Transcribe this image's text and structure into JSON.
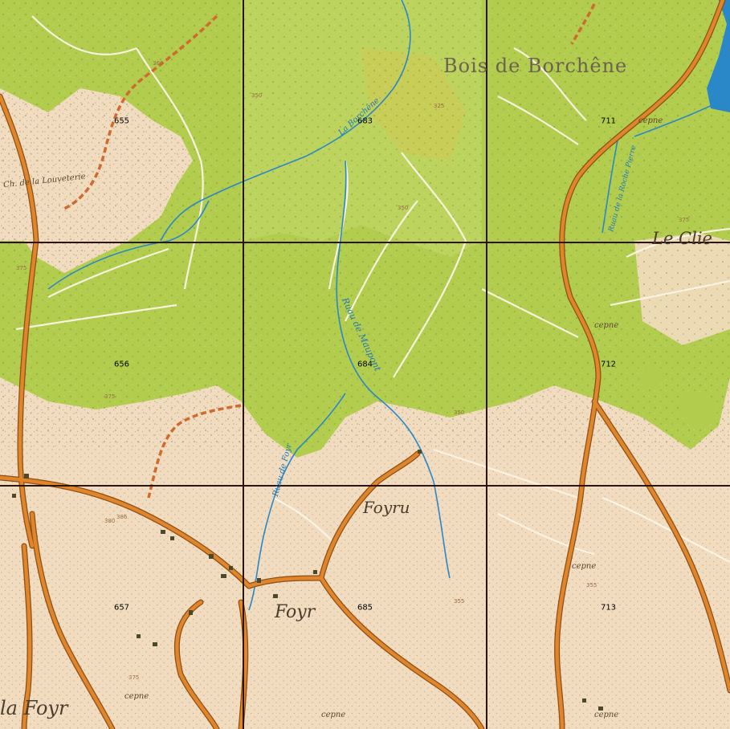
{
  "grid": {
    "cells": [
      {
        "id": "655",
        "col": 0,
        "row": 0
      },
      {
        "id": "683",
        "col": 1,
        "row": 0
      },
      {
        "id": "711",
        "col": 2,
        "row": 0
      },
      {
        "id": "656",
        "col": 0,
        "row": 1
      },
      {
        "id": "684",
        "col": 1,
        "row": 1
      },
      {
        "id": "712",
        "col": 2,
        "row": 1
      },
      {
        "id": "657",
        "col": 0,
        "row": 2
      },
      {
        "id": "685",
        "col": 1,
        "row": 2
      },
      {
        "id": "713",
        "col": 2,
        "row": 2
      }
    ]
  },
  "labels": {
    "bois_de_borchene": "Bois de Borchêne",
    "chateau_louveterie": "Ch. de la Louveterie",
    "la_borchene": "La Borchêne",
    "ruisseau_maupont": "Ruau de Maupont",
    "ruisseau_foyr": "Ruau de Foyr",
    "ruisseau_roche_pierre": "Ruau de la Roche Pierre",
    "foyru": "Foyru",
    "foyr": "Foyr",
    "la_foyr": "la Foyr",
    "le_clie": "Le Clie",
    "cepne_1": "cepne",
    "cepne_2": "cepne",
    "cepne_3": "cepne",
    "cepne_4": "cepne",
    "cepne_5": "cepne",
    "cepne_6": "cepne"
  },
  "contours": [
    "360",
    "350",
    "325",
    "375",
    "350",
    "380",
    "375",
    "386",
    "375",
    "350",
    "355",
    "375",
    "355"
  ],
  "colors": {
    "forest": "#b2cc4e",
    "forest_light": "#c5d86a",
    "field": "#f1dcc0",
    "road": "#e0852a",
    "road_edge": "#8a4f18",
    "path": "#fbf5e6",
    "water": "#2a87c8",
    "grid": "#2a1414",
    "track": "#d06a30"
  }
}
